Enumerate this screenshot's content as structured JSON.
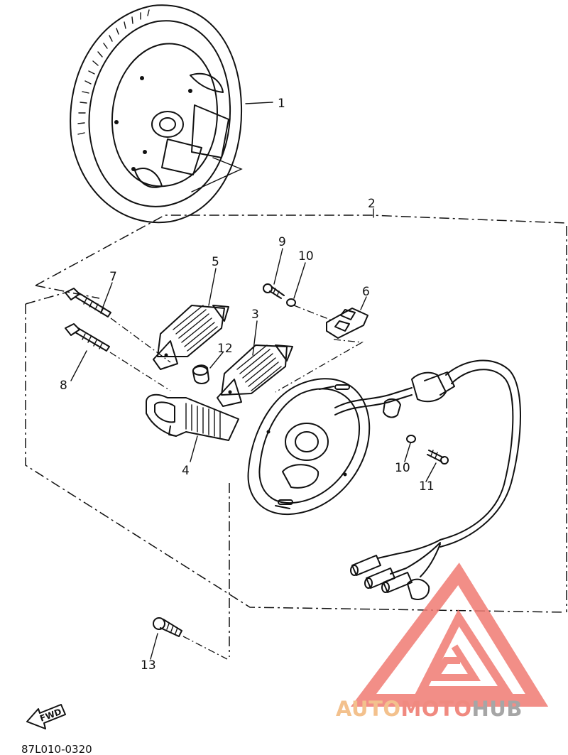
{
  "diagram_code": "87L010-0320",
  "fwd_label": "FWD",
  "watermark": {
    "text_auto": "AUTO",
    "text_moto": "MOTO",
    "text_hub": "HUB",
    "color_auto": "#f3c18d",
    "color_moto": "#f08a80",
    "color_hub": "#a6a6a6",
    "logo_color": "#f07b73"
  },
  "parts": [
    {
      "label": "1",
      "name": "flywheel-rotor"
    },
    {
      "label": "2",
      "name": "stator-assembly"
    },
    {
      "label": "3",
      "name": "coil"
    },
    {
      "label": "4",
      "name": "pulser-coil"
    },
    {
      "label": "5",
      "name": "coil"
    },
    {
      "label": "6",
      "name": "clamp"
    },
    {
      "label": "7",
      "name": "bolt"
    },
    {
      "label": "8",
      "name": "bolt"
    },
    {
      "label": "9",
      "name": "screw"
    },
    {
      "label": "10",
      "name": "washer"
    },
    {
      "label": "10",
      "name": "washer"
    },
    {
      "label": "11",
      "name": "screw"
    },
    {
      "label": "12",
      "name": "collar"
    },
    {
      "label": "13",
      "name": "bolt"
    }
  ]
}
